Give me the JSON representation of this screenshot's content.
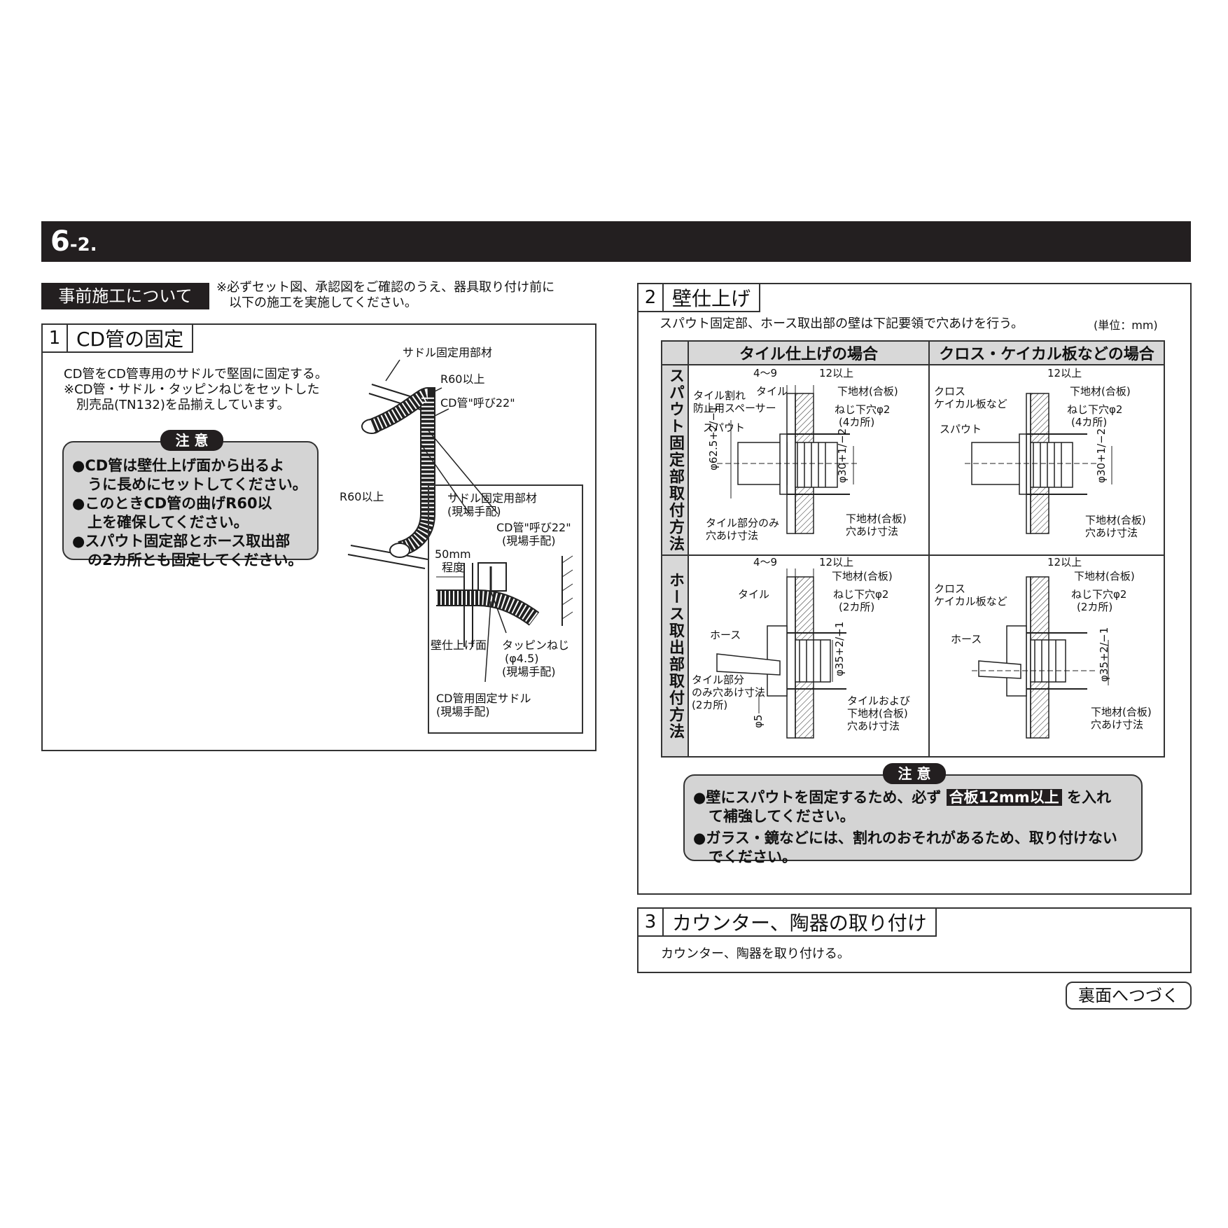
{
  "header": {
    "title_main": "6",
    "title_sub": "-2."
  },
  "pre": {
    "label": "事前施工について",
    "note_line1": "※必ずセット図、承認図をご確認のうえ、器具取り付け前に",
    "note_line2": "以下の施工を実施してください。"
  },
  "section1": {
    "num": "1",
    "title": "CD管の固定",
    "text_line1": "CD管をCD管専用のサドルで堅固に固定する。",
    "text_line2": "※CD管・サドル・タッピンねじをセットした",
    "text_line3": "別売品(TN132)を品揃えしています。",
    "caution": {
      "badge": "注 意",
      "item1_line1": "●CD管は壁仕上げ面から出るよ",
      "item1_line2": "うに長めにセットしてください。",
      "item2_line1": "●このときCD管の曲げR60以",
      "item2_line2": "上を確保してください。",
      "item3_line1": "●スパウト固定部とホース取出部",
      "item3_line2": "の2カ所とも固定してください。"
    },
    "diagram": {
      "saddle_member": "サドル固定用部材",
      "r60_top": "R60以上",
      "cd_pipe": "CD管\"呼び22\"",
      "r60_left": "R60以上",
      "inset_saddle_l1": "サドル固定用部材",
      "inset_saddle_l2": "(現場手配)",
      "inset_cd_l1": "CD管\"呼び22\"",
      "inset_cd_l2": "(現場手配)",
      "inset_50_l1": "50mm",
      "inset_50_l2": "程度",
      "inset_wall": "壁仕上げ面",
      "inset_screw_l1": "タッピンねじ",
      "inset_screw_l2": "(φ4.5)",
      "inset_screw_l3": "(現場手配)",
      "inset_cdsaddle_l1": "CD管用固定サドル",
      "inset_cdsaddle_l2": "(現場手配)"
    }
  },
  "section2": {
    "num": "2",
    "title": "壁仕上げ",
    "intro": "スパウト固定部、ホース取出部の壁は下記要領で穴あけを行う。",
    "unit": "(単位：mm)",
    "col_tile": "タイル仕上げの場合",
    "col_cloth": "クロス・ケイカル板などの場合",
    "row_spout": "スパウト固定部取付方法",
    "row_hose": "ホース取出部取付方法",
    "spout_tile": {
      "dim_49": "4〜9",
      "dim_12": "12以上",
      "tile": "タイル",
      "base": "下地材(合板)",
      "spacer_l1": "タイル割れ",
      "spacer_l2": "防止用スペーサー",
      "screw_l1": "ねじ下穴φ2",
      "screw_l2": "(4カ所)",
      "spout": "スパウト",
      "phi625": "φ62.5+2/−1",
      "phi30": "φ30+1/−2",
      "tilehole_l1": "タイル部分のみ",
      "tilehole_l2": "穴あけ寸法",
      "basehole_l1": "下地材(合板)",
      "basehole_l2": "穴あけ寸法"
    },
    "spout_cloth": {
      "dim_12": "12以上",
      "cloth_l1": "クロス",
      "cloth_l2": "ケイカル板など",
      "base": "下地材(合板)",
      "screw_l1": "ねじ下穴φ2",
      "screw_l2": "(4カ所)",
      "spout": "スパウト",
      "phi30": "φ30+1/−2",
      "basehole_l1": "下地材(合板)",
      "basehole_l2": "穴あけ寸法"
    },
    "hose_tile": {
      "dim_49": "4〜9",
      "dim_12": "12以上",
      "tile": "タイル",
      "base": "下地材(合板)",
      "screw_l1": "ねじ下穴φ2",
      "screw_l2": "(2カ所)",
      "hose": "ホース",
      "phi35": "φ35+2/−1",
      "tilehole_l1": "タイル部分",
      "tilehole_l2": "のみ穴あけ寸法",
      "tilehole_l3": "(2カ所)",
      "phi5": "φ5",
      "both_l1": "タイルおよび",
      "both_l2": "下地材(合板)",
      "both_l3": "穴あけ寸法"
    },
    "hose_cloth": {
      "dim_12": "12以上",
      "cloth_l1": "クロス",
      "cloth_l2": "ケイカル板など",
      "base": "下地材(合板)",
      "screw_l1": "ねじ下穴φ2",
      "screw_l2": "(2カ所)",
      "hose": "ホース",
      "phi35": "φ35+2/−1",
      "basehole_l1": "下地材(合板)",
      "basehole_l2": "穴あけ寸法"
    },
    "caution": {
      "badge": "注 意",
      "item1_pre": "●壁にスパウトを固定するため、必ず",
      "item1_hl": "合板12mm以上",
      "item1_post": "を入れ",
      "item1_line2": "て補強してください。",
      "item2_line1": "●ガラス・鏡などには、割れのおそれがあるため、取り付けない",
      "item2_line2": "でください。"
    }
  },
  "section3": {
    "num": "3",
    "title": "カウンター、陶器の取り付け",
    "text": "カウンター、陶器を取り付ける。"
  },
  "continue_label": "裏面へつづく"
}
